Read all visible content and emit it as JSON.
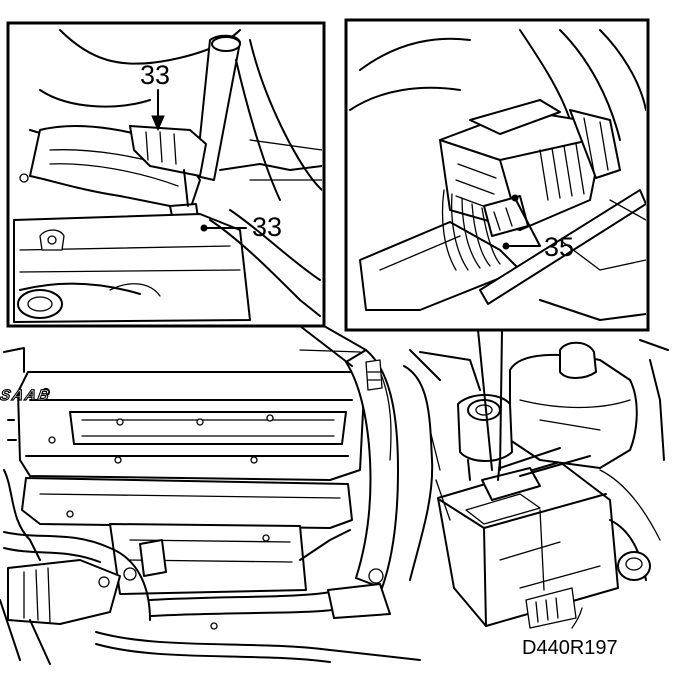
{
  "callouts": {
    "left_top": "33",
    "left_mid": "33",
    "right": "35"
  },
  "engine_cover_brand": "SAAB",
  "figure_code": "D440R197"
}
